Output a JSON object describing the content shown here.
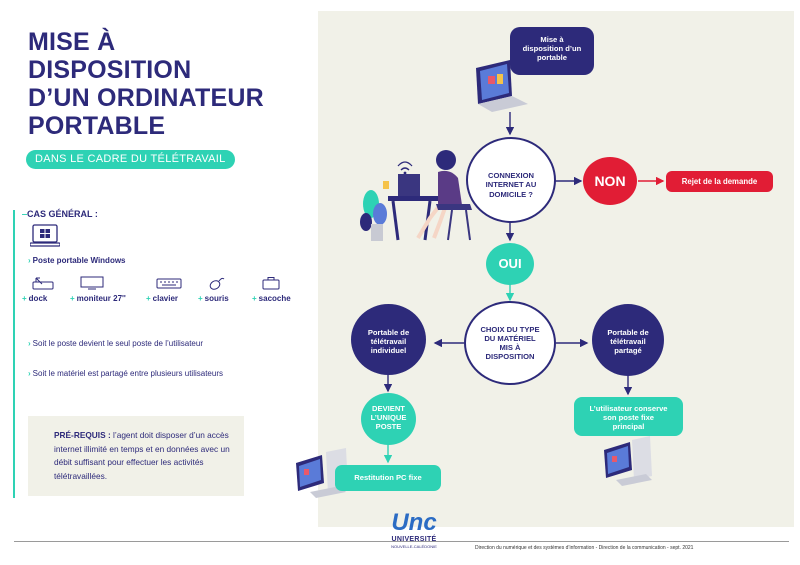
{
  "title": {
    "line1": "MISE À",
    "line2": "DISPOSITION",
    "line3": "D’UN ORDINATEUR",
    "line4": "PORTABLE"
  },
  "subtitle": "DANS LE CADRE DU TÉLÉTRAVAIL",
  "general": {
    "heading": "CAS GÉNÉRAL :",
    "main_item": "Poste portable Windows",
    "accessories": [
      "dock",
      "moniteur 27''",
      "clavier",
      "souris",
      "sacoche"
    ],
    "accessory_icons": [
      "dock-icon",
      "monitor-icon",
      "keyboard-icon",
      "mouse-icon",
      "bag-icon"
    ],
    "note1": "Soit le poste devient le seul poste de l’utilisateur",
    "note2": "Soit le matériel est partagé entre plusieurs utilisateurs"
  },
  "prereq": {
    "label": "PRÉ-REQUIS :",
    "text": "l’agent doit disposer d’un accès internet illimité en temps et en données avec un débit suffisant pour effectuer les activités télétravaillées."
  },
  "flow": {
    "start": "Mise à disposition d’un portable",
    "question1": "CONNEXION INTERNET AU DOMICILE ?",
    "no": "NON",
    "reject": "Rejet de la demande",
    "yes": "OUI",
    "question2": "CHOIX DU TYPE DU MATÉRIEL MIS À DISPOSITION",
    "individual": "Portable de télétravail individuel",
    "shared": "Portable de télétravail partagé",
    "unique": "DEVIENT L’UNIQUE POSTE",
    "restitution": "Restitution PC fixe",
    "keeps": "L’utilisateur conserve son poste fixe principal"
  },
  "footer": {
    "credit": "Direction du numérique et des systèmes d’information - Direction de la communication - sept. 2021",
    "logo_main": "Unc",
    "logo_sub": "UNIVERSITÉ",
    "logo_small": "NOUVELLE-CALÉDONIE"
  },
  "colors": {
    "navy": "#2d2a7a",
    "teal": "#2ed2b4",
    "red": "#e11d35",
    "panel": "#f1f1e8"
  }
}
